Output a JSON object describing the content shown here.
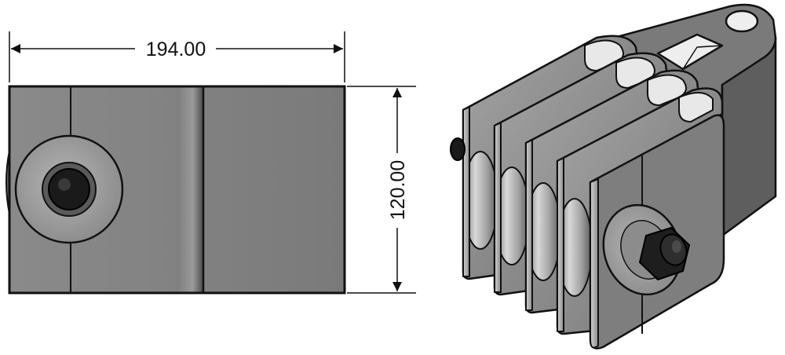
{
  "dimensions": {
    "width_label": "194.00",
    "height_label": "120.00"
  },
  "colors": {
    "background": "#ffffff",
    "outline": "#111111",
    "body_fill": "#808080",
    "body_shadow": "#5e5e5e",
    "washer_fill": "#9a9a9a",
    "nut_fill": "#1a1a1a",
    "plate_light": "#9c9c9c",
    "plate_dark": "#6a6a6a",
    "pulley_light": "#c8c8c8"
  },
  "views": [
    "front-view",
    "isometric-view"
  ]
}
